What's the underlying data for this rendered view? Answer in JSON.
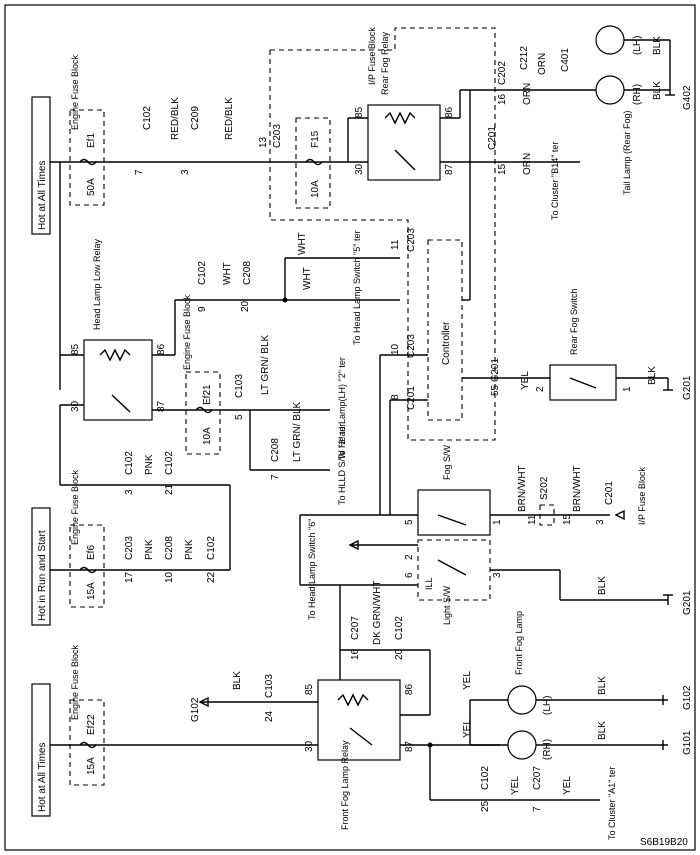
{
  "labels": {
    "hot_all_times_top": "Hot at All Times",
    "hot_run_start": "Hot in Run and Start",
    "hot_all_times_bottom": "Hot at All Times",
    "engine_fuse_block": "Engine Fuse Block",
    "ip_fuse_block": "I/P Fuse Block",
    "ef1": "Ef1",
    "ef1_amp": "50A",
    "ef21": "Ef21",
    "ef21_amp": "10A",
    "ef6": "Ef6",
    "ef6_amp": "15A",
    "ef22": "Ef22",
    "ef22_amp": "15A",
    "f15": "F15",
    "f15_amp": "10A",
    "c102": "C102",
    "c209": "C209",
    "c203": "C203",
    "c201": "C201",
    "c202": "C202",
    "c212": "C212",
    "c401": "C401",
    "c208": "C208",
    "c103": "C103",
    "c207": "C207",
    "s202": "S202",
    "red_blk": "RED/BLK",
    "orn": "ORN",
    "wht": "WHT",
    "pnk": "PNK",
    "yel": "YEL",
    "blk": "BLK",
    "lt_grn_blk": "LT GRN/ BLK",
    "brn_wht": "BRN/WHT",
    "dk_grn_wht": "DK GRN/WHT",
    "rear_fog_relay": "Rear Fog Relay",
    "head_lamp_low_relay": "Head Lamp Low Relay",
    "front_fog_lamp_relay": "Front Fog Lamp Relay",
    "controller": "Controller",
    "rear_fog_switch": "Rear Fog Switch",
    "fog_sw": "Fog S/W",
    "light_sw": "Light S/W",
    "ill": "ILL",
    "tail_lamp": "Tail Lamp (Rear Fog)",
    "front_fog_lamp": "Front Fog Lamp",
    "lh": "(LH)",
    "rh": "(RH)",
    "to_cluster_b14": "To Cluster \"B14\" ter",
    "to_head_lamp_switch_5": "To Head Lamp Switch \"5\" ter",
    "to_head_lamp_lh_2": "To Head Lamp(LH) \"2\" ter",
    "to_hlld_sw_2": "To HLLD S/W \"2\" ter",
    "to_head_lamp_switch_6": "To Head Lamp Switch \"6\"",
    "to_cluster_a1": "To Cluster \"A1\" ter",
    "g402": "G402",
    "g201a": "G201",
    "g201b": "G201",
    "g102a": "G102",
    "g102b": "G102",
    "g101": "G101",
    "figure_code": "S6B19B20"
  },
  "pins": {
    "p1": "1",
    "p2": "2",
    "p3": "3",
    "p5": "5",
    "p6": "6",
    "p7": "7",
    "p8": "8",
    "p9": "9",
    "p10": "10",
    "p11": "11",
    "p13": "13",
    "p15": "15",
    "p16": "16",
    "p17": "17",
    "p20": "20",
    "p21": "21",
    "p22": "22",
    "p24": "24",
    "p25": "25",
    "p30": "30",
    "p55": "55",
    "p85": "85",
    "p86": "86",
    "p87": "87"
  }
}
